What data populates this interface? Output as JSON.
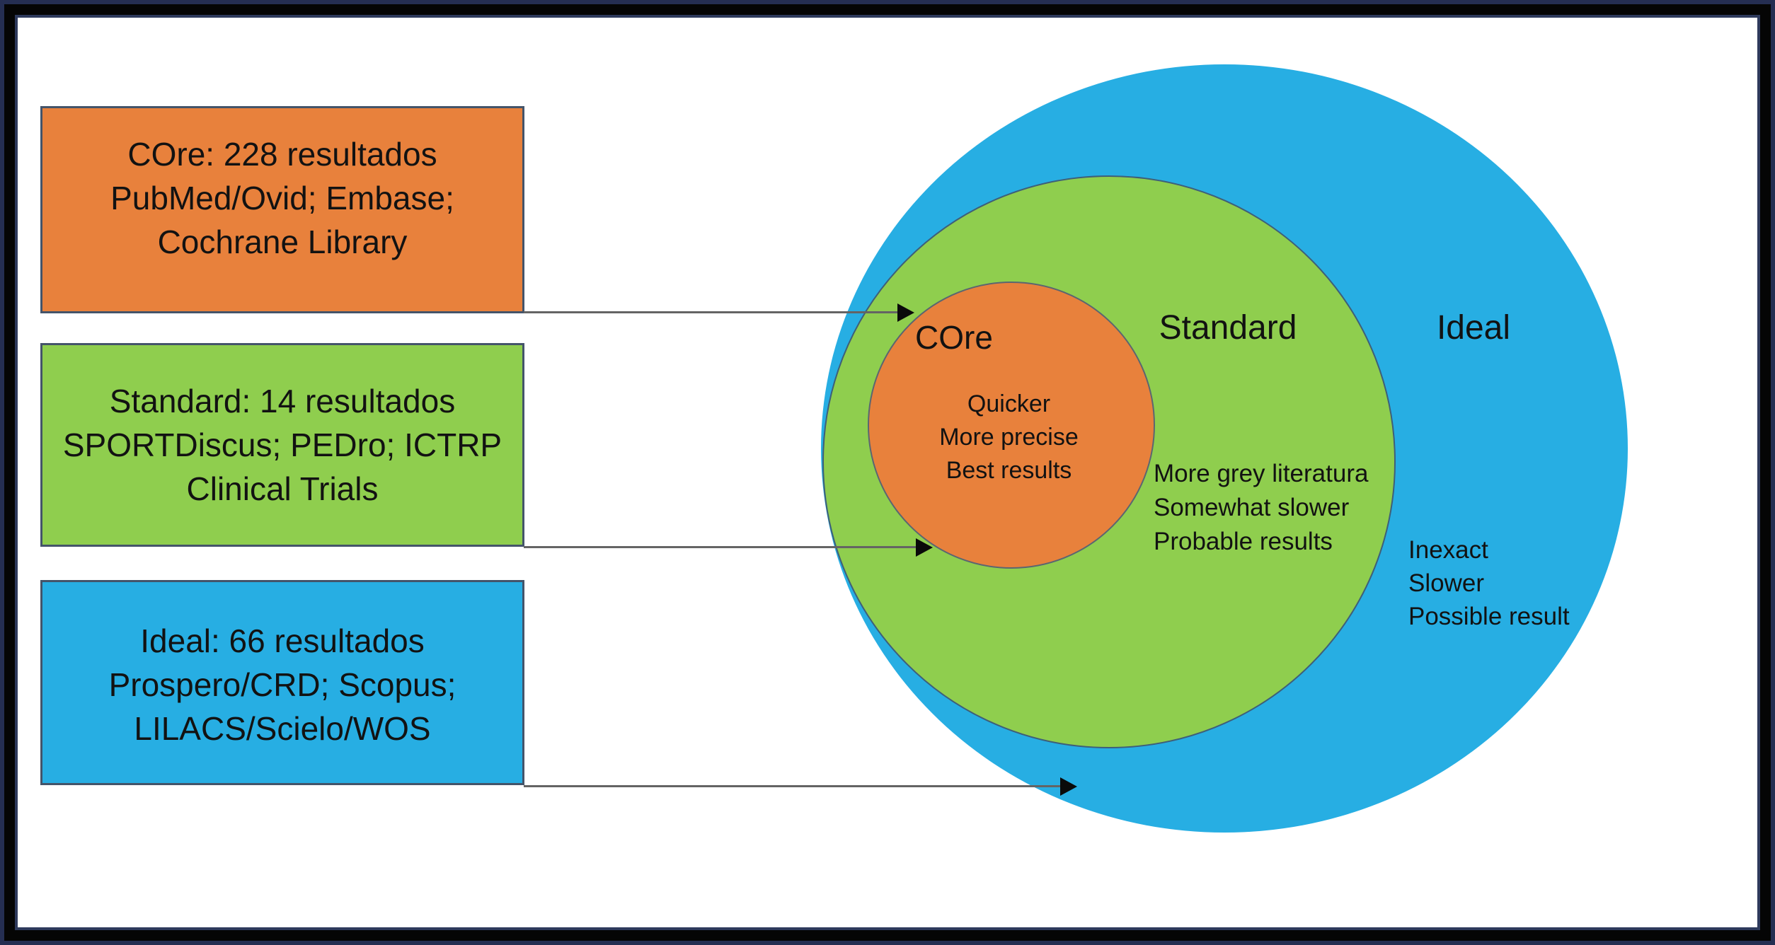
{
  "left_boxes": [
    {
      "name": "core",
      "lines": [
        "COre: 228 resultados",
        "PubMed/Ovid; Embase;",
        "Cochrane Library"
      ]
    },
    {
      "name": "standard",
      "lines": [
        "Standard: 14 resultados",
        "SPORTDiscus; PEDro; ICTRP",
        "Clinical Trials"
      ]
    },
    {
      "name": "ideal",
      "lines": [
        "Ideal: 66 resultados",
        "Prospero/CRD; Scopus;",
        "LILACS/Scielo/WOS"
      ]
    }
  ],
  "venn": {
    "outer": {
      "label": "Ideal",
      "notes": [
        "Inexact",
        "Slower",
        "Possible result"
      ]
    },
    "middle": {
      "label": "Standard",
      "notes": [
        "More grey literatura",
        "Somewhat slower",
        "Probable results"
      ]
    },
    "inner": {
      "label": "COre",
      "notes": [
        "Quicker",
        "More precise",
        "Best results"
      ]
    }
  },
  "colors": {
    "core_fill": "#E8813C",
    "standard_fill": "#8FCE4E",
    "ideal_fill": "#27AEE3"
  }
}
